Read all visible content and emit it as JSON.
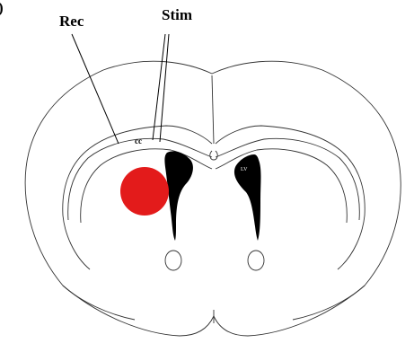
{
  "panel_letter": ")",
  "labels": {
    "rec": "Rec",
    "stim": "Stim",
    "cc": "cc",
    "lv": "LV"
  },
  "colors": {
    "lesion": "#e31b1b",
    "ventricle": "#000000",
    "outline": "#333333"
  }
}
